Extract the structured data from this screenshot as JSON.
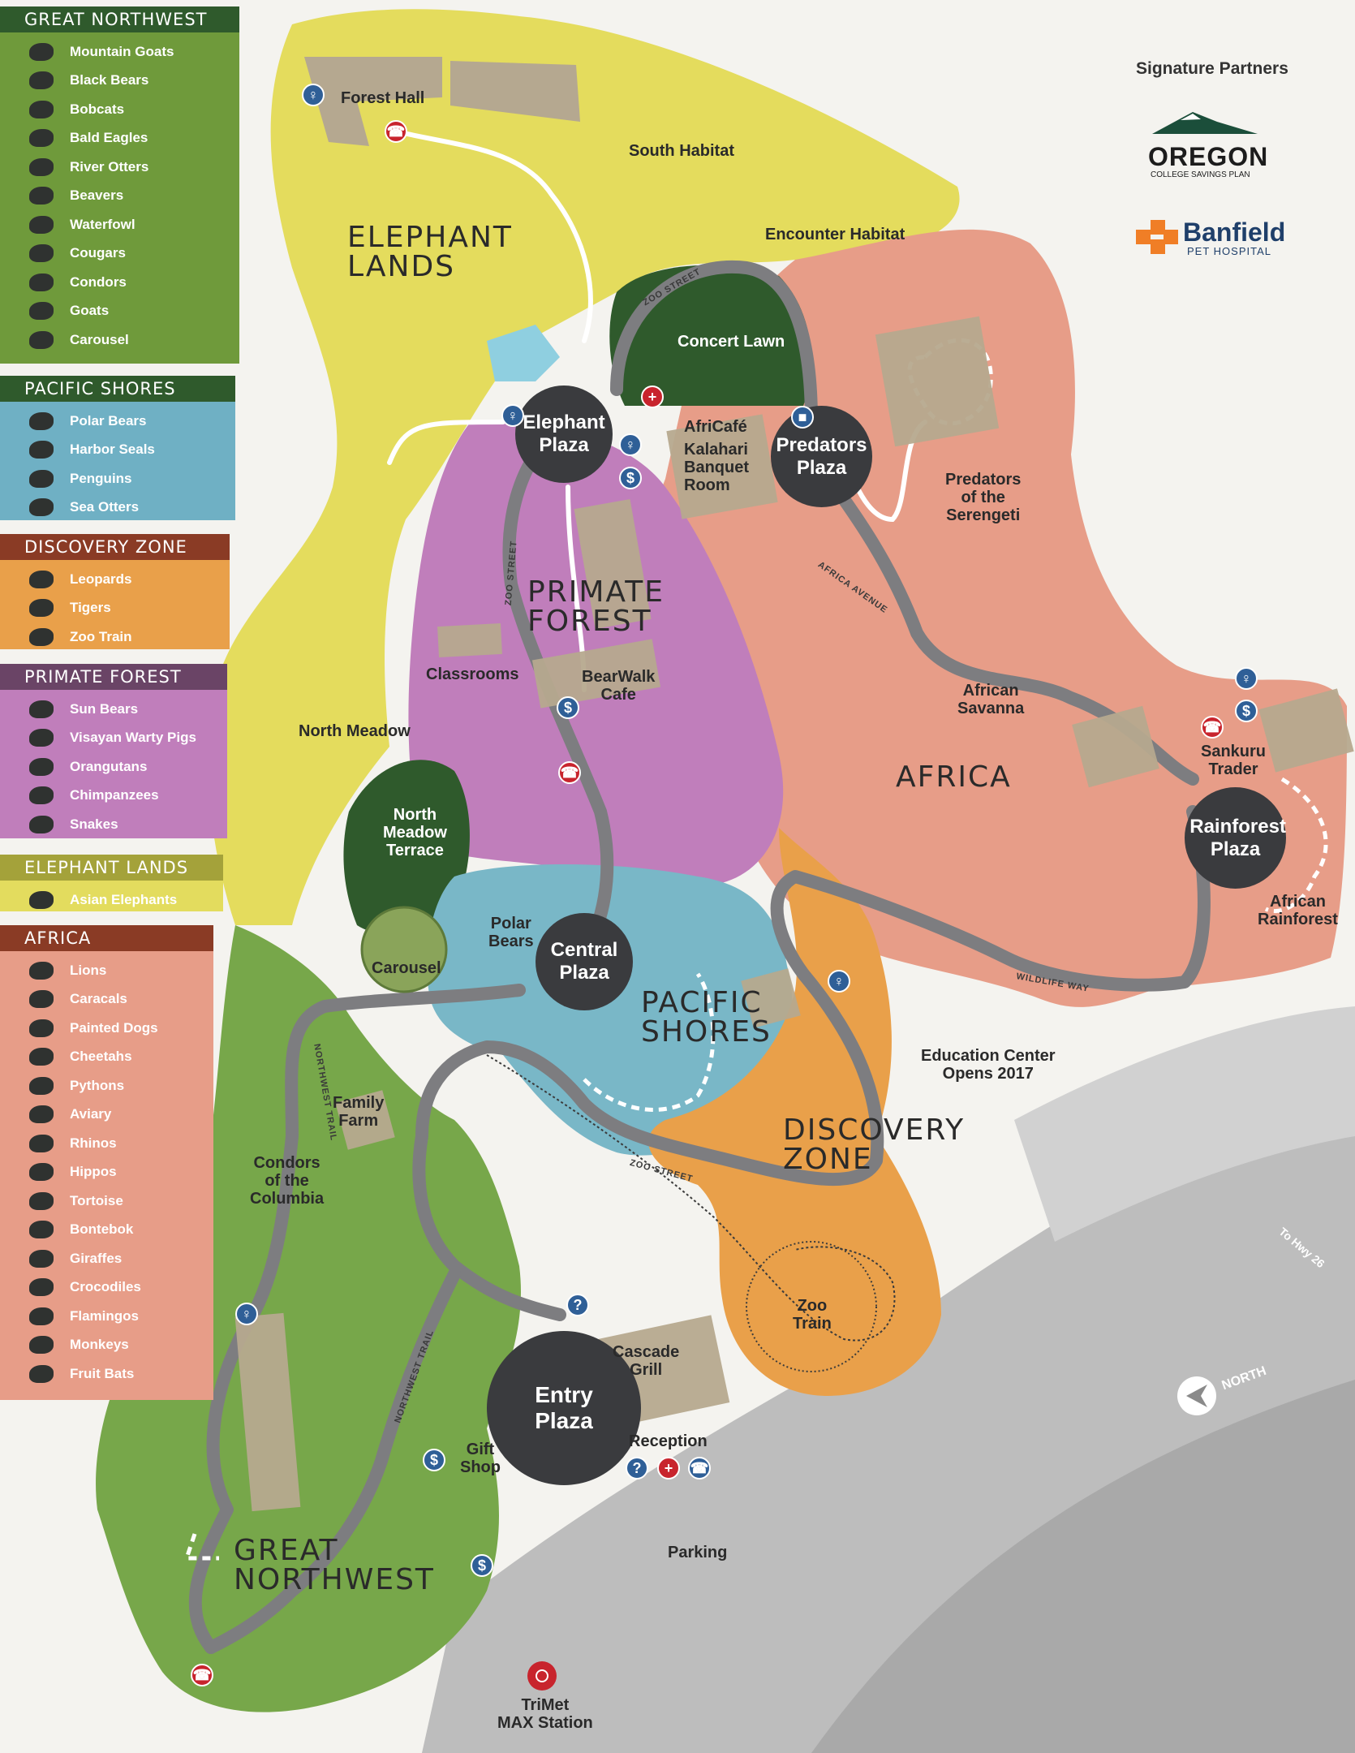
{
  "legend": [
    {
      "title": "GREAT NORTHWEST",
      "color": "#6f9a3b",
      "items": [
        "Mountain Goats",
        "Black Bears",
        "Bobcats",
        "Bald Eagles",
        "River Otters",
        "Beavers",
        "Waterfowl",
        "Cougars",
        "Condors",
        "Goats",
        "Carousel"
      ]
    },
    {
      "title": "PACIFIC SHORES",
      "color": "#6fb0c4",
      "items": [
        "Polar Bears",
        "Harbor Seals",
        "Penguins",
        "Sea Otters"
      ]
    },
    {
      "title": "DISCOVERY ZONE",
      "color": "#e9a04a",
      "items": [
        "Leopards",
        "Tigers",
        "Zoo Train"
      ]
    },
    {
      "title": "PRIMATE FOREST",
      "color": "#c07ebb",
      "items": [
        "Sun Bears",
        "Visayan Warty Pigs",
        "Orangutans",
        "Chimpanzees",
        "Snakes"
      ]
    },
    {
      "title": "ELEPHANT LANDS",
      "color": "#e3dc5e",
      "items": [
        "Asian Elephants"
      ]
    },
    {
      "title": "AFRICA",
      "color": "#e79d88",
      "items": [
        "Lions",
        "Caracals",
        "Painted Dogs",
        "Cheetahs",
        "Pythons",
        "Aviary",
        "Rhinos",
        "Hippos",
        "Tortoise",
        "Bontebok",
        "Giraffes",
        "Crocodiles",
        "Flamingos",
        "Monkeys",
        "Fruit Bats"
      ]
    }
  ],
  "zones": {
    "elephant_lands": "ELEPHANT\nLANDS",
    "primate_forest": "PRIMATE\nFOREST",
    "africa": "AFRICA",
    "pacific_shores": "PACIFIC\nSHORES",
    "discovery_zone": "DISCOVERY\nZONE",
    "great_northwest": "GREAT\nNORTHWEST"
  },
  "plazas": {
    "elephant": "Elephant\nPlaza",
    "predators": "Predators\nPlaza",
    "central": "Central\nPlaza",
    "rainforest": "Rainforest\nPlaza",
    "entry": "Entry\nPlaza"
  },
  "places": {
    "forest_hall": "Forest Hall",
    "south_habitat": "South Habitat",
    "encounter_habitat": "Encounter Habitat",
    "concert_lawn": "Concert Lawn",
    "africafe": "AfriCafé",
    "kalahari": "Kalahari\nBanquet\nRoom",
    "predators_serengeti": "Predators\nof the\nSerengeti",
    "classrooms": "Classrooms",
    "bearwalk": "BearWalk\nCafe",
    "north_meadow": "North Meadow",
    "north_meadow_terrace": "North\nMeadow\nTerrace",
    "african_savanna": "African\nSavanna",
    "sankuru": "Sankuru\nTrader",
    "african_rainforest": "African\nRainforest",
    "polar_bears": "Polar\nBears",
    "carousel": "Carousel",
    "family_farm": "Family\nFarm",
    "condors": "Condors\nof the\nColumbia",
    "education_center": "Education Center\nOpens 2017",
    "zoo_train": "Zoo\nTrain",
    "cascade_grill": "Cascade\nGrill",
    "gift_shop": "Gift\nShop",
    "reception": "Reception",
    "parking": "Parking",
    "trimet": "TriMet\nMAX Station",
    "to_hwy": "To Hwy 26",
    "north": "NORTH"
  },
  "streets": {
    "zoo_street": "ZOO STREET",
    "africa_avenue": "AFRICA AVENUE",
    "wildlife_way": "WILDLIFE WAY",
    "northwest_trail": "NORTHWEST TRAIL"
  },
  "sponsors": {
    "title": "Signature Partners",
    "oregon": "OREGON",
    "oregon_sub": "COLLEGE SAVINGS PLAN",
    "banfield": "Banfield",
    "banfield_sub": "PET HOSPITAL"
  }
}
